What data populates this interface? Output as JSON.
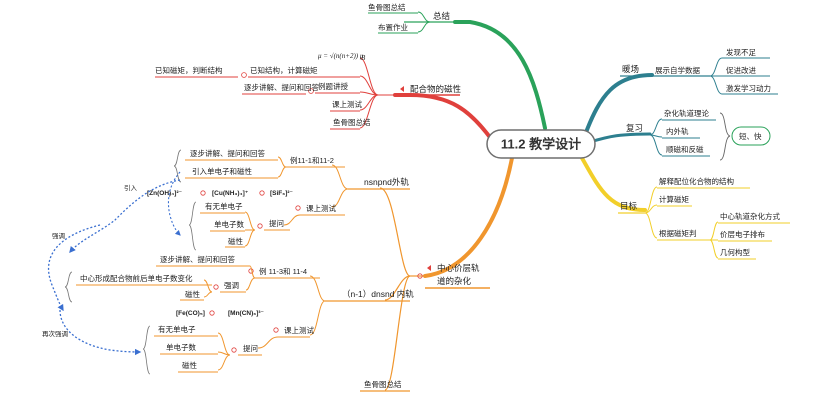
{
  "center_title": "11.2 教学设计",
  "nodes": {
    "summary": "总结",
    "summary_fishbone": "鱼骨图总结",
    "summary_homework": "布置作业",
    "complex_magnetism": "配合物的磁性",
    "formula_text": "μ = √(n(n+2)) μ",
    "formula_unit": "B",
    "known_moment": "已知磁矩，判断结构",
    "known_structure": "已知结构，计算磁矩",
    "example_explain": "例题讲授",
    "step_explain_1": "逐步讲解、提问和回答",
    "class_test_top": "课上测试",
    "fishbone_top": "鱼骨图总结",
    "warmup": "暖场",
    "show_data": "展示自学数据",
    "find_gaps": "发现不足",
    "promote": "促进改进",
    "motivate": "激发学习动力",
    "review": "复习",
    "hybrid_theory": "杂化轨道理论",
    "inner_outer": "内外轨",
    "para_dia": "顺磁和反磁",
    "short_fast": "短、快",
    "goals": "目标",
    "goal_explain": "解释配位化合物的结构",
    "goal_calc": "计算磁矩",
    "goal_by_moment": "根据磁矩判",
    "goal_hybrid": "中心轨道杂化方式",
    "goal_valence": "价层电子排布",
    "goal_geometry": "几何构型",
    "central_hybrid": "中心价层轨道的杂化",
    "nsnpnd": "nsnpnd外轨",
    "example_11_1": "例11-1和11-2",
    "step_explain_2": "逐步讲解、提问和回答",
    "intro_unpaired": "引入单电子和磁性",
    "ion_zn": "[Zn(OH)₄]²⁻",
    "ion_cu": "[Cu(NH₃)₄]⁺",
    "ion_sif": "[SiF₆]²⁻",
    "test_1": "课上测试",
    "has_unpaired_1": "有无单电子",
    "unpaired_count_1": "单电子数",
    "magnetism_1": "磁性",
    "ask_1": "提问",
    "n1dnsnd": "（n-1）dnsnd 内轨",
    "example_11_3": "例 11-3和 11-4",
    "step_explain_3": "逐步讲解、提问和回答",
    "center_change": "中心形成配合物前后单电子数变化",
    "emphasize": "强调",
    "magnetism_2": "磁性",
    "ion_fe": "[Fe(CO)₅]",
    "ion_mn": "[Mn(CN)₆]³⁻",
    "test_2": "课上测试",
    "has_unpaired_2": "有无单电子",
    "unpaired_count_2": "单电子数",
    "magnetism_3": "磁性",
    "ask_2": "提问",
    "fishbone_bottom": "鱼骨图总结",
    "arrow_intro": "引入",
    "arrow_emph": "强调",
    "arrow_again": "再次强调"
  },
  "colors": {
    "green": "#2aa25a",
    "red": "#e0403c",
    "orange": "#f0962e",
    "teal": "#2d7f8f",
    "yellow": "#f2cf2a",
    "dotted": "#3a6fd0"
  }
}
